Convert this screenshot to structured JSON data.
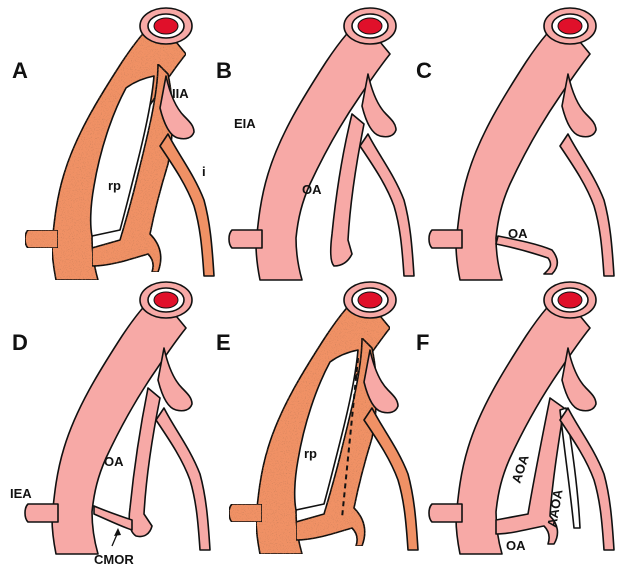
{
  "panels": [
    {
      "letter": "A",
      "variant": "rp",
      "labels": {
        "rp": "rp",
        "iia": "IIA",
        "i": "i"
      }
    },
    {
      "letter": "B",
      "variant": "normal",
      "labels": {
        "eia": "EIA",
        "oa": "OA"
      }
    },
    {
      "letter": "C",
      "variant": "low",
      "labels": {
        "oa": "OA"
      }
    },
    {
      "letter": "D",
      "variant": "cmor",
      "labels": {
        "oa": "OA",
        "iea": "IEA",
        "cmor": "CMOR"
      }
    },
    {
      "letter": "E",
      "variant": "rp2",
      "labels": {
        "rp": "rp"
      }
    },
    {
      "letter": "F",
      "variant": "aoa",
      "labels": {
        "aoa": "AOA",
        "aaoa": "AAOA",
        "oa": "OA"
      }
    }
  ],
  "colors": {
    "pink": "#f7a9a6",
    "orange": "#f09165",
    "lumen": "#e0102a",
    "outline": "#111111"
  }
}
